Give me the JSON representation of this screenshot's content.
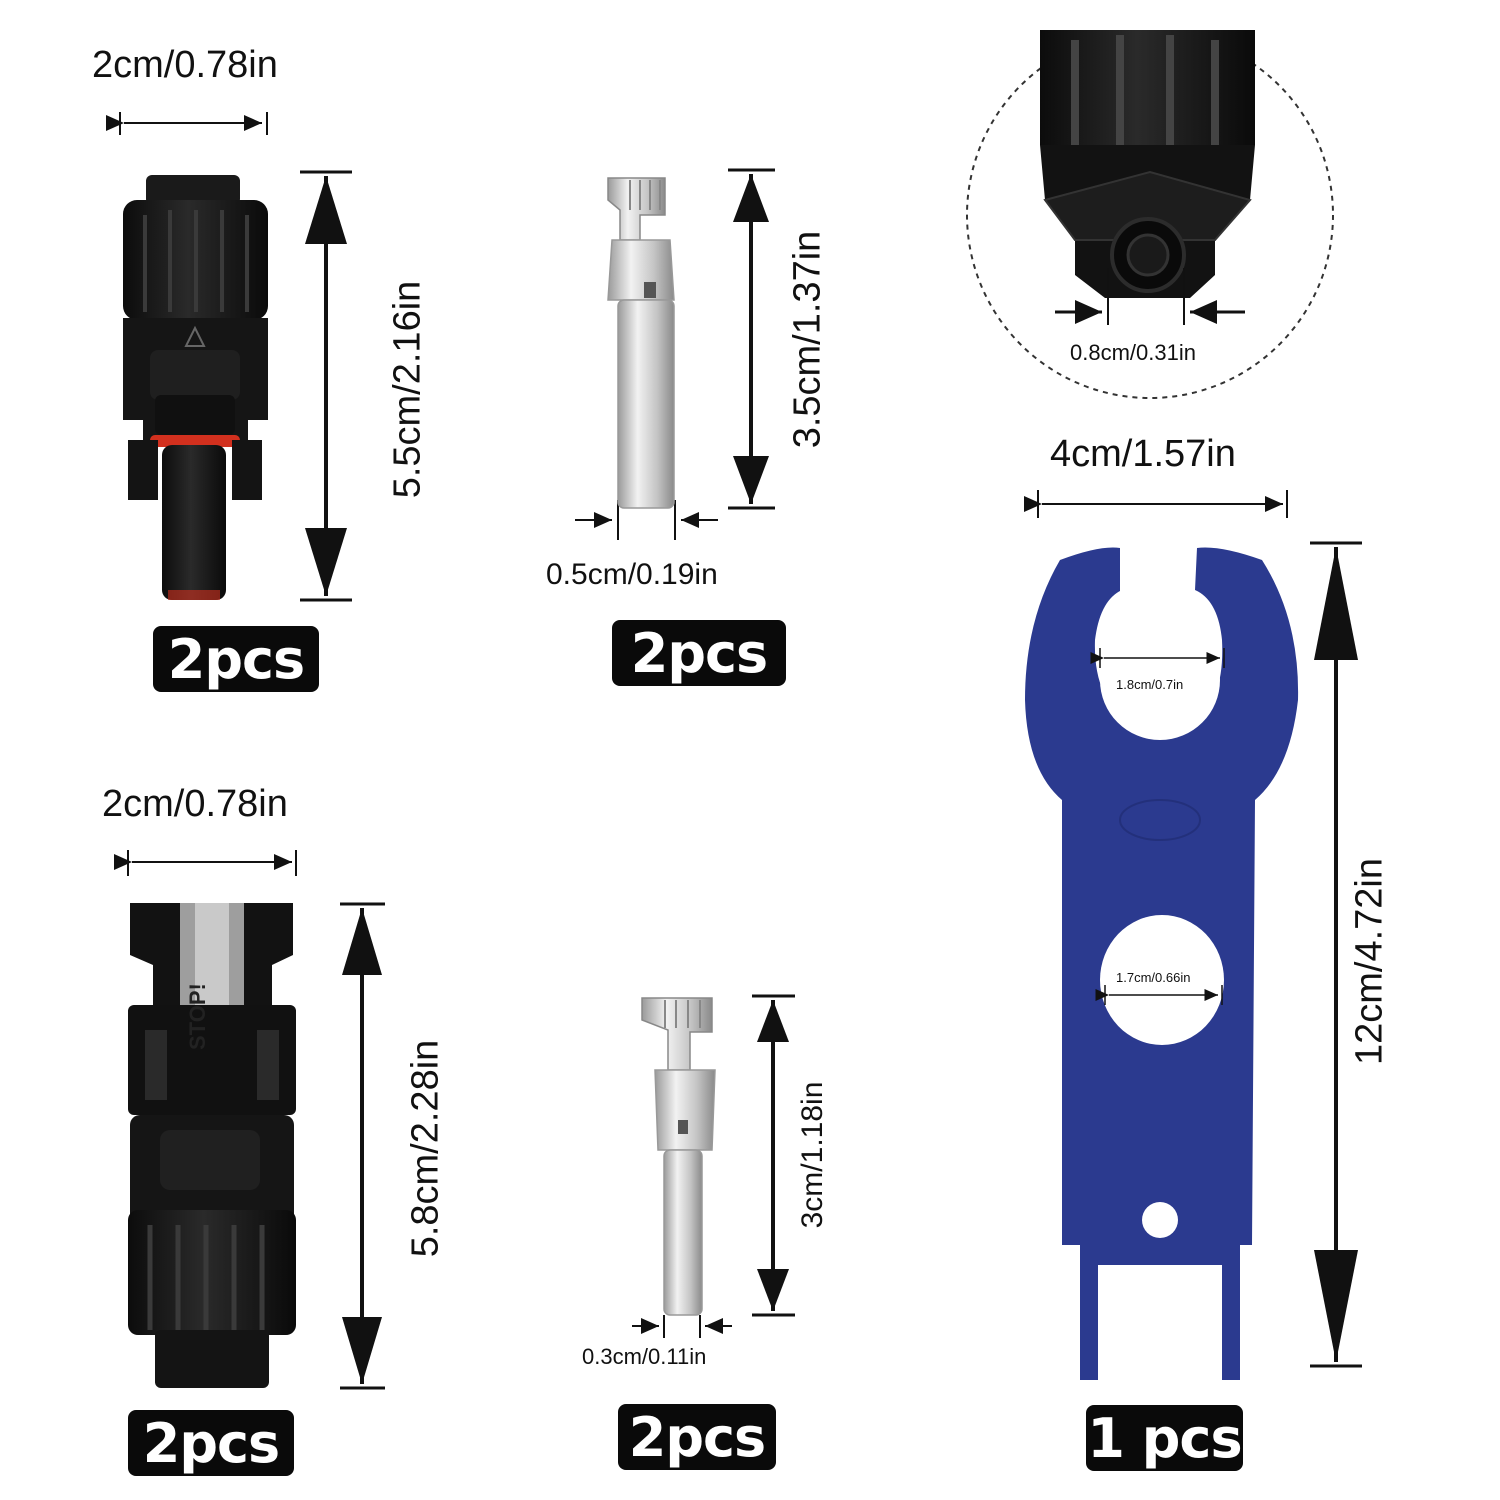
{
  "male_connector": {
    "width": "2cm/0.78in",
    "height": "5.5cm/2.16in",
    "qty": "2pcs"
  },
  "male_pin": {
    "height": "3.5cm/1.37in",
    "width": "0.5cm/0.19in",
    "qty": "2pcs"
  },
  "socket_detail": {
    "width": "0.8cm/0.31in"
  },
  "female_connector": {
    "width": "2cm/0.78in",
    "height": "5.8cm/2.28in",
    "qty": "2pcs",
    "stop_text": "STOP!"
  },
  "female_pin": {
    "height": "3cm/1.18in",
    "width": "0.3cm/0.11in",
    "qty": "2pcs"
  },
  "wrench": {
    "width": "4cm/1.57in",
    "height": "12cm/4.72in",
    "top_opening": "1.8cm/0.7in",
    "middle_opening": "1.7cm/0.66in",
    "qty": "1 pcs",
    "color": "#2b3a8f"
  }
}
